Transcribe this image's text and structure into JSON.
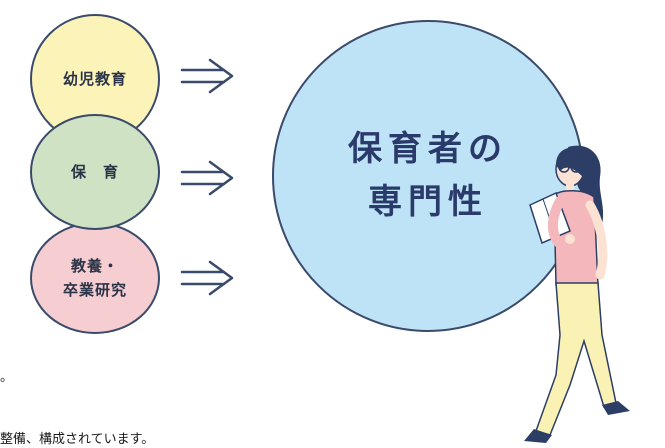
{
  "circles": {
    "early_education": "幼児教育",
    "childcare": "保　育",
    "liberal_arts": "教養・\n卒業研究"
  },
  "center": {
    "label": "保育者の\n専門性"
  },
  "caption": {
    "line1": "。",
    "line2": "整備、構成されています。"
  },
  "colors": {
    "yellow": "#fbf3b8",
    "green": "#cfe2c4",
    "pink": "#f6cdd0",
    "blue": "#bfe3f6",
    "outline": "#3a4a6b"
  },
  "icons": [
    "double-arrow-icon",
    "woman-reading-illustration"
  ]
}
